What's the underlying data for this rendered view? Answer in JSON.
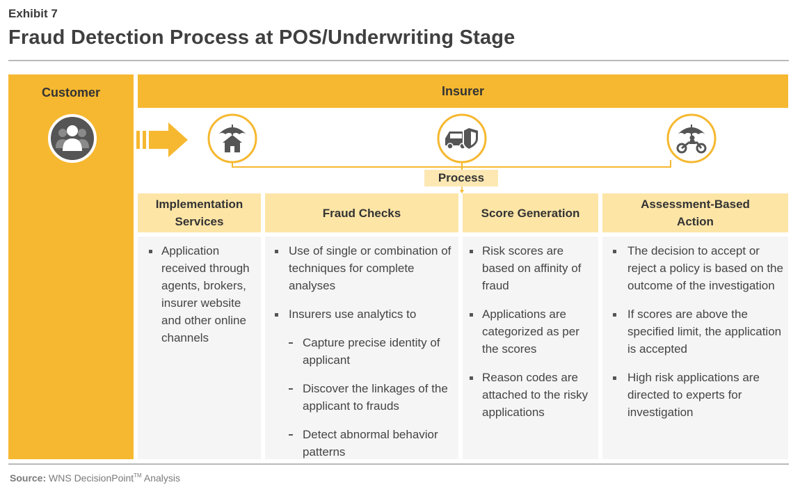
{
  "header": {
    "exhibit": "Exhibit 7",
    "title": "Fraud Detection Process at POS/Underwriting Stage"
  },
  "customer": {
    "label": "Customer",
    "icon": "people-group-icon"
  },
  "insurer": {
    "label": "Insurer",
    "icons": [
      "home-umbrella-icon",
      "car-shield-icon",
      "motorcycle-umbrella-icon"
    ]
  },
  "process": {
    "label": "Process"
  },
  "columns": [
    {
      "heading": "Implementation Services",
      "items": [
        {
          "text": "Application received through agents, brokers, insurer website and other online channels",
          "level": 1
        }
      ]
    },
    {
      "heading": "Fraud Checks",
      "items": [
        {
          "text": "Use of single or combination of techniques for complete analyses",
          "level": 1
        },
        {
          "text": "Insurers use analytics to",
          "level": 1
        },
        {
          "text": "Capture precise identity of applicant",
          "level": 2
        },
        {
          "text": "Discover the linkages of the applicant to frauds",
          "level": 2
        },
        {
          "text": "Detect abnormal behavior patterns",
          "level": 2
        }
      ]
    },
    {
      "heading": "Score Generation",
      "items": [
        {
          "text": "Risk scores are based on affinity of fraud",
          "level": 1
        },
        {
          "text": "Applications are categorized as per the scores",
          "level": 1
        },
        {
          "text": "Reason codes are attached to the risky applications",
          "level": 1
        }
      ]
    },
    {
      "heading": "Assessment-Based Action",
      "items": [
        {
          "text": "The decision to accept or reject a policy is based on the outcome of the investigation",
          "level": 1
        },
        {
          "text": "If scores are above the specified limit, the application is accepted",
          "level": 1
        },
        {
          "text": "High risk applications are directed to experts for investigation",
          "level": 1
        }
      ]
    }
  ],
  "source": {
    "label": "Source:",
    "text": "WNS DecisionPoint",
    "tm": "TM",
    "suffix": "Analysis"
  },
  "colors": {
    "accent": "#f6b830",
    "accent_light": "#fde5a6",
    "panel": "#f5f5f5",
    "icon_dark": "#555555"
  }
}
